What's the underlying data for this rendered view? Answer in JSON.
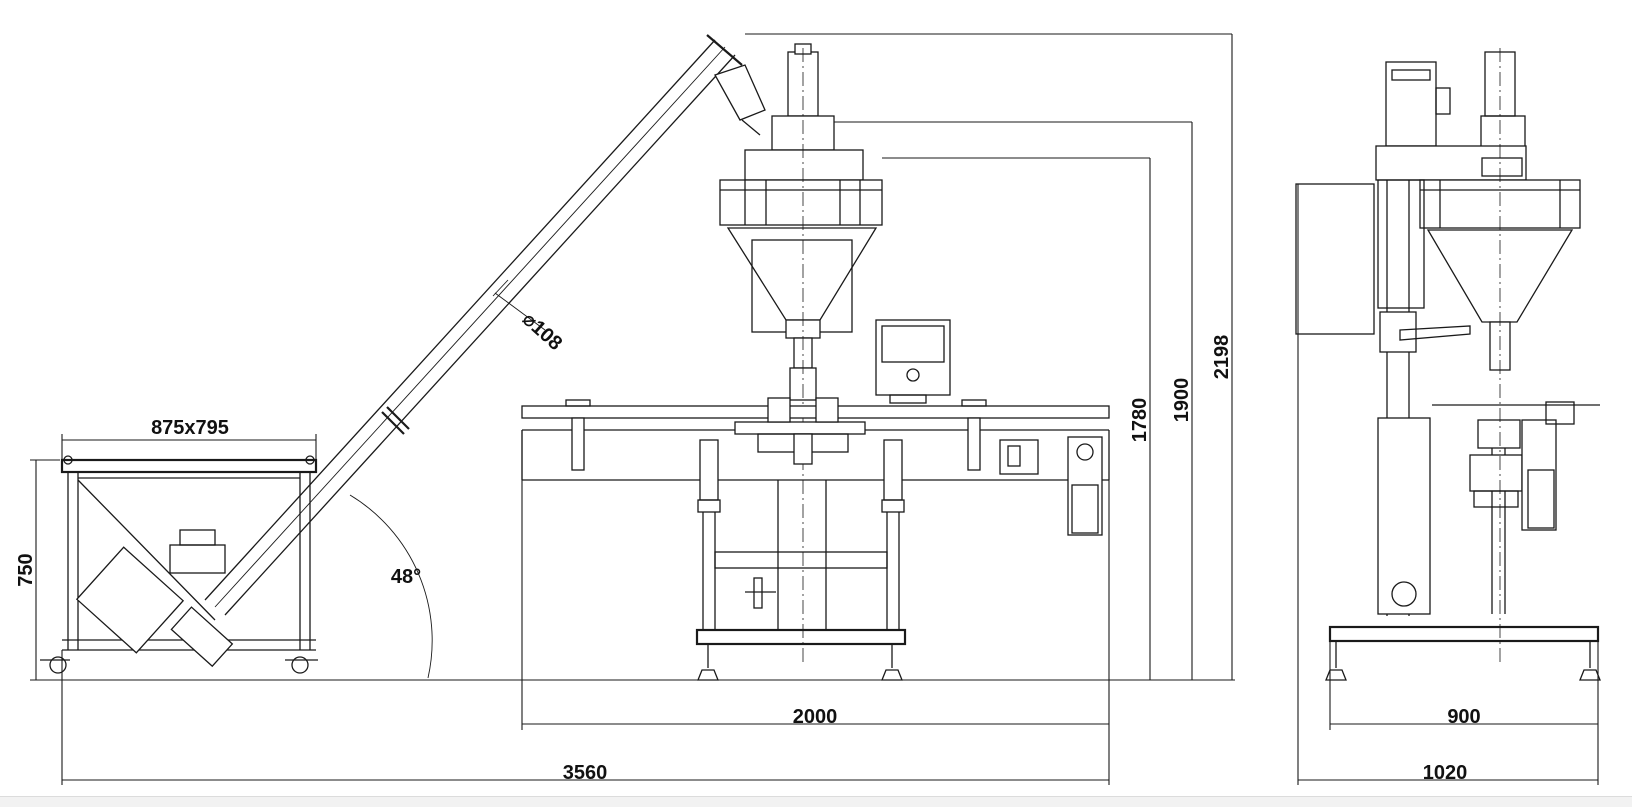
{
  "drawing": {
    "dimensions": {
      "hopper_size": "875x795",
      "hopper_height": "750",
      "conveyor_diameter": "⌀108",
      "conveyor_angle": "48°",
      "table_length": "2000",
      "overall_length": "3560",
      "height_filler": "1780",
      "height_motor": "1900",
      "height_conveyor": "2198",
      "side_base_width": "900",
      "side_overall_width": "1020"
    }
  }
}
